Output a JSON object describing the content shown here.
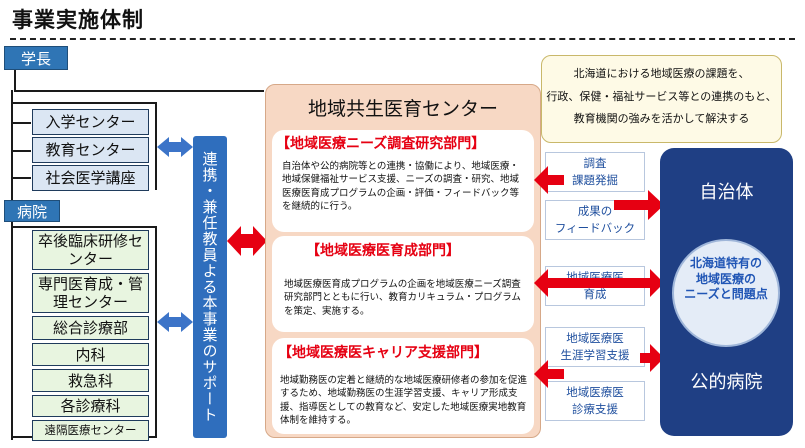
{
  "title": "事業実施体制",
  "president": "学長",
  "departments": [
    "入学センター",
    "教育センター",
    "社会医学講座"
  ],
  "hospital": "病院",
  "hospital_units": [
    "卒後臨床研修センター",
    "専門医育成・管理センター",
    "総合診療部",
    "内科",
    "救急科",
    "各診療科",
    "遠隔医療センター"
  ],
  "support_bar": "連携・兼任教員よる本事業のサポート",
  "center_title": "地域共生医育センター",
  "subs": [
    {
      "heading": "【地域医療ニーズ調査研究部門】",
      "text": "自治体や公的病院等との連携・協働により、地域医療・地域保健福祉サービス支援、ニーズの調査・研究、地域医療医育成プログラムの企画・評価・フィードバック等を継続的に行う。"
    },
    {
      "heading": "【地域医療医育成部門】",
      "text": "地域医療医育成プログラムの企画を地域医療ニーズ調査研究部門とともに行い、教育カリキュラム・プログラムを策定、実施する。"
    },
    {
      "heading": "【地域医療医キャリア支援部門】",
      "text": "地域勤務医の定着と継続的な地域医療研修者の参加を促進するため、地域勤務医の生涯学習支援、キャリア形成支援、指導医としての教育など、安定した地域医療実地教育体制を維持する。"
    }
  ],
  "note_lines": [
    "北海道における地域医療の課題を、",
    "行政、保健・福祉サービス等との連携のもと、",
    "教育機関の強みを活かして解決する"
  ],
  "labels": {
    "survey": "調査\n課題発掘",
    "feedback": "成果の\nフィードバック",
    "training": "地域医療医\n育成",
    "lifelong": "地域医療医\n生涯学習支援",
    "clinical": "地域医療医\n診療支援"
  },
  "municipality": "自治体",
  "public_hospital": "公的病院",
  "circle_text": "北海道特有の\n地域医療の\nニーズと問題点",
  "colors": {
    "accent_blue": "#2f75b5",
    "dark_navy": "#1f3f84",
    "red_arrow": "#e60012",
    "center_bg": "#f7d8c4"
  }
}
